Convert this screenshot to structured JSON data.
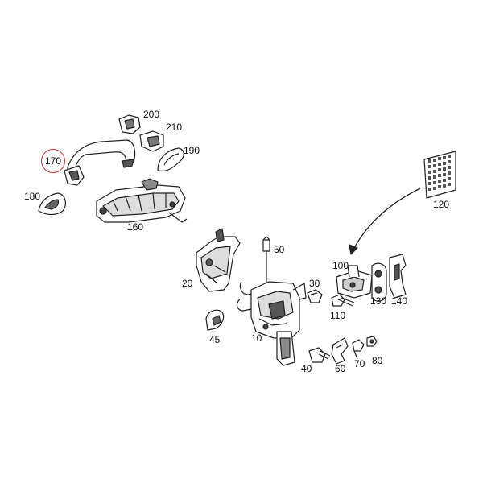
{
  "diagram": {
    "highlight_color": "#d0302a",
    "highlighted_part": "170",
    "callouts": {
      "c10": "10",
      "c20": "20",
      "c30": "30",
      "c40": "40",
      "c45": "45",
      "c50": "50",
      "c60": "60",
      "c70": "70",
      "c80": "80",
      "c100": "100",
      "c110": "110",
      "c120": "120",
      "c130": "130",
      "c140": "140",
      "c160": "160",
      "c170": "170",
      "c180": "180",
      "c190": "190",
      "c200": "200",
      "c210": "210"
    }
  }
}
